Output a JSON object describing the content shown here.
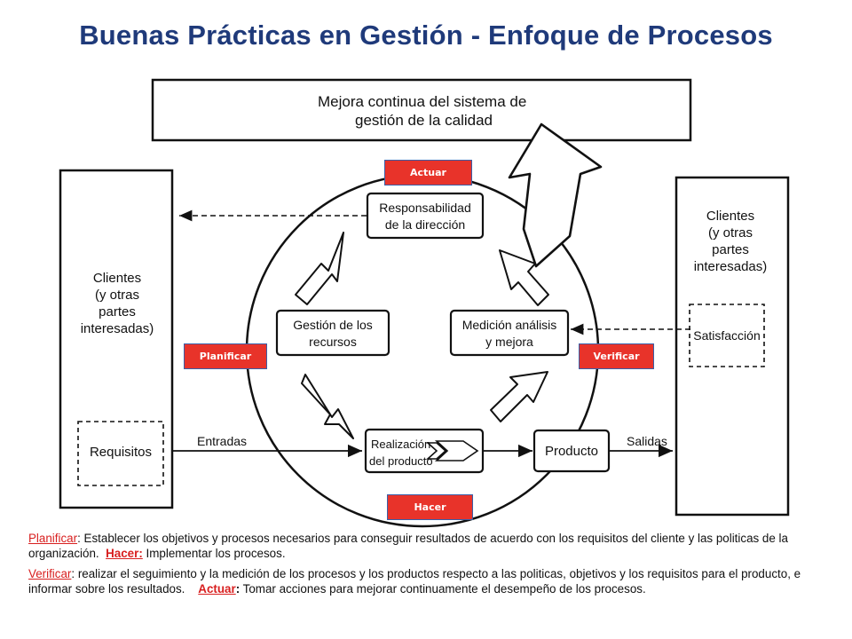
{
  "title": "Buenas Prácticas en Gestión - Enfoque de Procesos",
  "diagram": {
    "top_box": [
      "Mejora continua del sistema de",
      "gestión de la calidad"
    ],
    "left_client": [
      "Clientes",
      "(y otras",
      "partes",
      "interesadas)"
    ],
    "right_client": [
      "Clientes",
      "(y otras",
      "partes",
      "interesadas)"
    ],
    "requisitos": "Requisitos",
    "satisfaccion": "Satisfacción",
    "responsabilidad": [
      "Responsabilidad",
      "de la dirección"
    ],
    "gestion": [
      "Gestión de los",
      "recursos"
    ],
    "medicion": [
      "Medición análisis",
      "y mejora"
    ],
    "realizacion": [
      "Realización",
      "del producto"
    ],
    "producto": "Producto",
    "entradas": "Entradas",
    "salidas": "Salidas"
  },
  "tags": {
    "actuar": "Actuar",
    "planificar": "Planificar",
    "verificar": "Verificar",
    "hacer": "Hacer"
  },
  "notes": {
    "p1": {
      "planificar_kw": "Planificar",
      "planificar_text": ":  Establecer los objetivos y procesos necesarios  para conseguir resultados de acuerdo con los requisitos del cliente y las politicas de la organización.",
      "hacer_kw": "Hacer:",
      "hacer_text": " Implementar los procesos."
    },
    "p2": {
      "verificar_kw": "Verificar",
      "verificar_text": ":  realizar el seguimiento y la medición de los procesos y los productos respecto a las politicas, objetivos y los requisitos para el producto, e informar sobre los resultados.",
      "actuar_kw": "Actuar",
      "actuar_colon": ":",
      "actuar_text": " Tomar acciones para mejorar continuamente el desempeño de los procesos."
    }
  },
  "colors": {
    "title": "#1f3a7a",
    "tag_fill": "#e8332a",
    "tag_border": "#3a5fa8",
    "keyword": "#d81f1f"
  }
}
